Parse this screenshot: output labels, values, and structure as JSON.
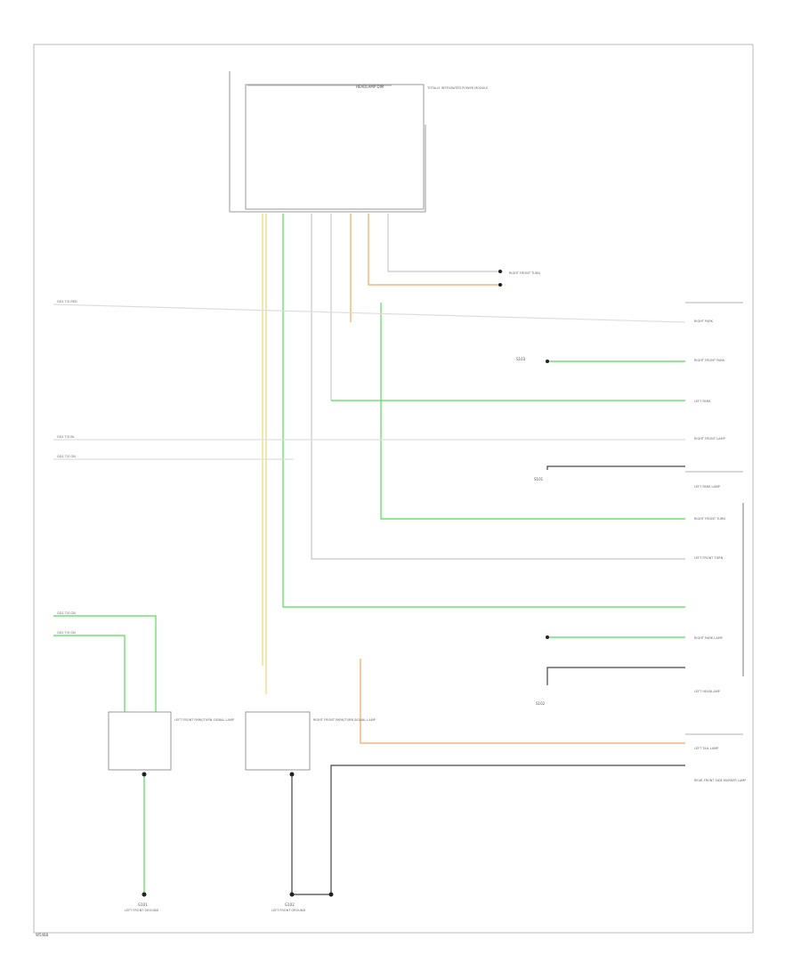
{
  "diagram": {
    "corner_code": "W5488",
    "colors": {
      "yellow": "#e8d878",
      "green": "#55dd55",
      "orange": "#f0a860",
      "gray": "#c8c8c8",
      "dark": "#444444"
    },
    "module": {
      "name": "TOTALLY INTEGRATED POWER MODULE",
      "sub": "HEADLAMP DIM"
    },
    "left_labels": {
      "l1": "GD1 T/S RED",
      "l2": "GD1 T/S BL",
      "l3": "GD1 T/S GN",
      "l4": "GD1 T/S GN",
      "l5": "GD1 T/S GN"
    },
    "right_labels": {
      "r1": "RIGHT FRONT TURN",
      "r2": "RIGHT PARK",
      "r3": "RIGHT FRONT PARK",
      "r4": "LEFT PARK",
      "r5": "RIGHT FRONT LAMP",
      "r6": "LEFT PARK LAMP",
      "r7": "RIGHT FRONT TURN",
      "r8": "LEFT FRONT TURN",
      "r9": "RIGHT PARK LAMP",
      "r10": "LEFT HEADLAMP",
      "r11": "LEFT TAIL LAMP",
      "r12": "REAR FRONT SIDE MARKER LAMP"
    },
    "bottom_labels": {
      "g1": "G101",
      "g1_sub": "LEFT FRONT GROUND",
      "g2": "G102",
      "g2_sub": "LEFT FRONT GROUND"
    },
    "lamp_labels": {
      "left_lamp": "LEFT FRONT PARK/TURN SIGNAL LAMP",
      "right_lamp": "RIGHT FRONT PARK/TURN SIGNAL LAMP"
    },
    "splice_labels": {
      "s1": "S101",
      "s2": "S102",
      "s3": "S103"
    }
  }
}
